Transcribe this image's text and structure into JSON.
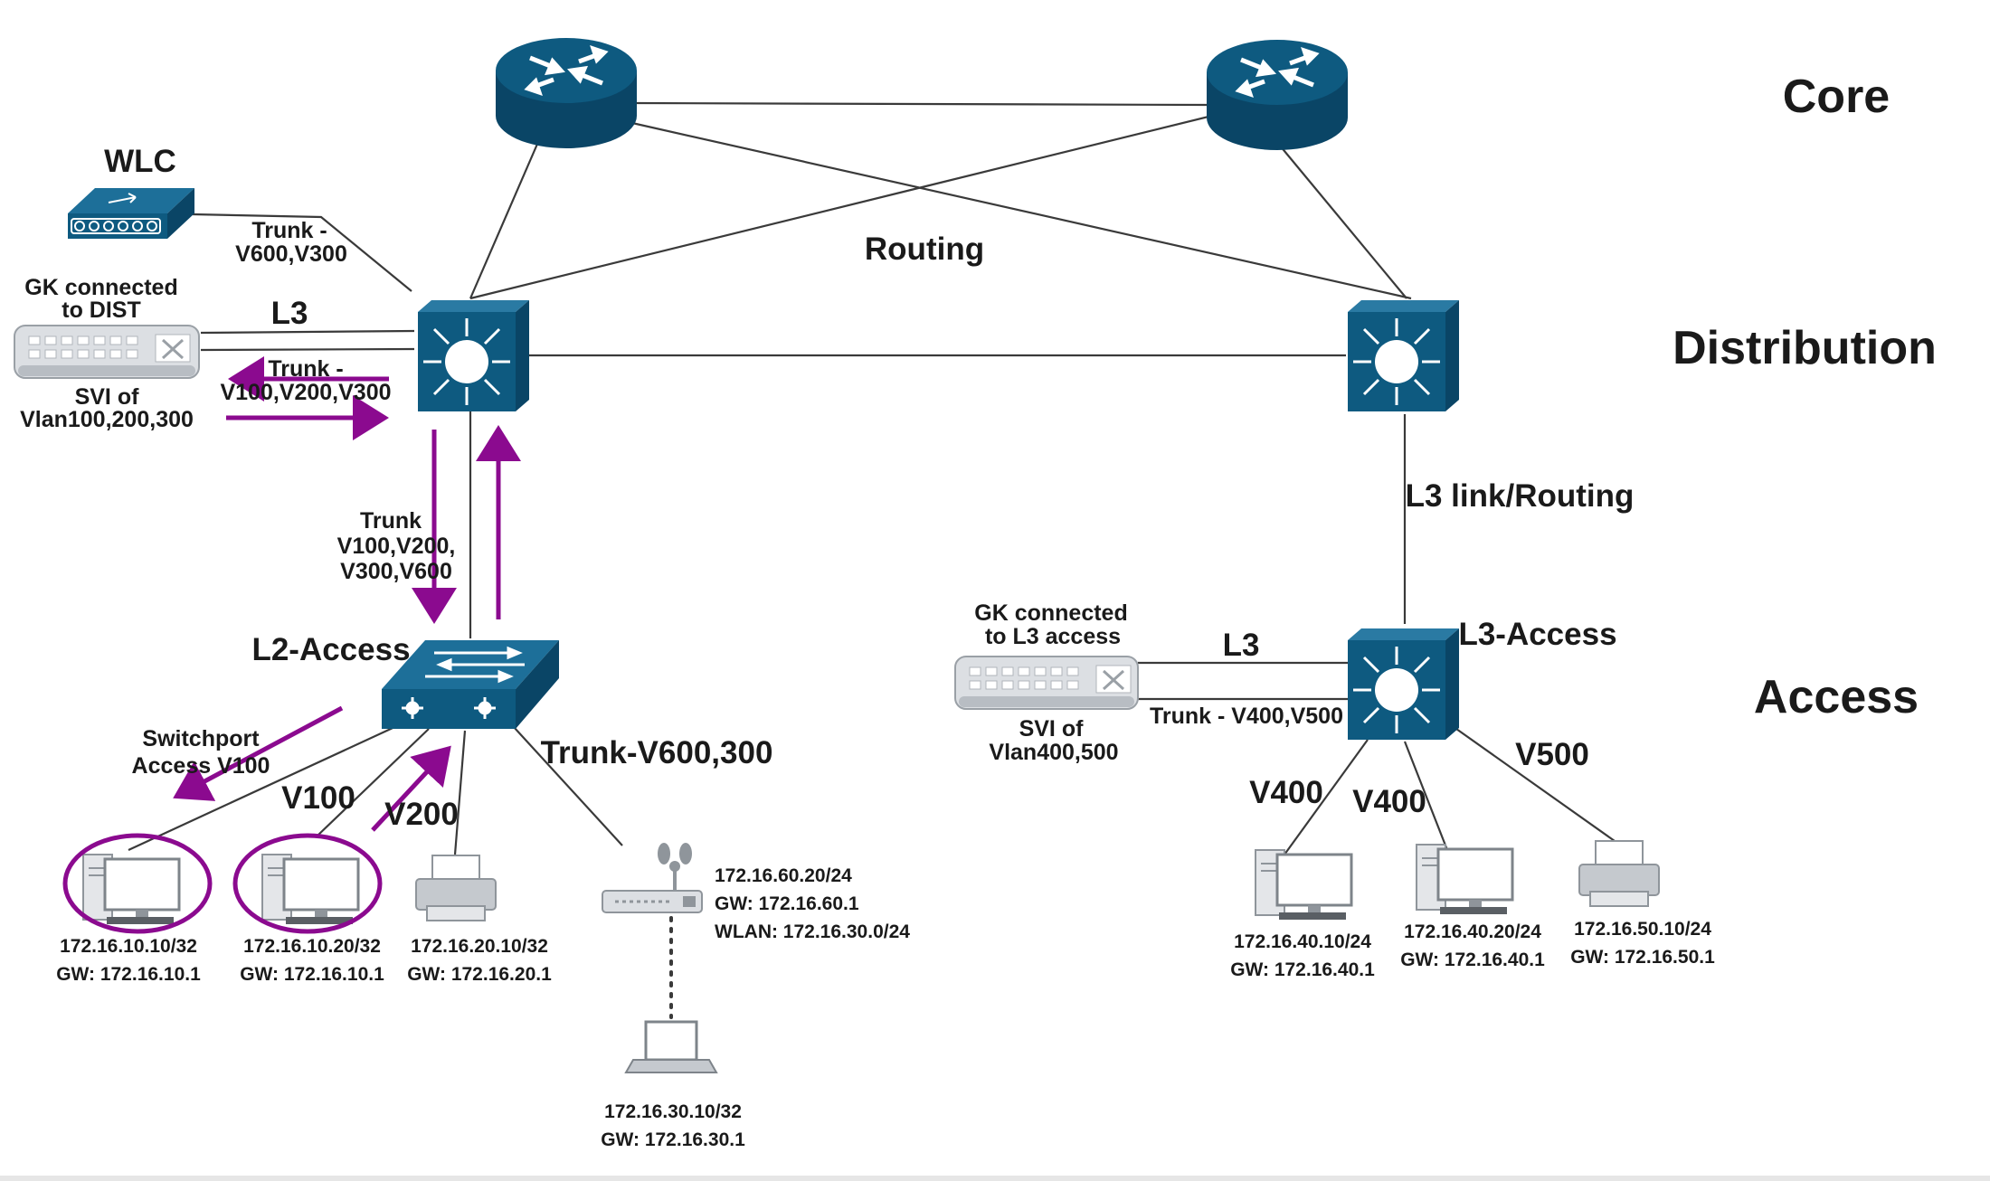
{
  "tiers": {
    "core": "Core",
    "distribution": "Distribution",
    "access": "Access"
  },
  "labels": {
    "wlc": "WLC",
    "routing": "Routing",
    "trunk_wlc_1": "Trunk -",
    "trunk_wlc_2": "V600,V300",
    "gk_dist_1": "GK connected",
    "gk_dist_2": "to DIST",
    "l3_left": "L3",
    "trunk_gk_1": "Trunk -",
    "trunk_gk_2": "V100,V200,V300",
    "svi_left_1": "SVI of",
    "svi_left_2": "Vlan100,200,300",
    "trunk_uplink_1": "Trunk",
    "trunk_uplink_2": "V100,V200,",
    "trunk_uplink_3": "V300,V600",
    "l2_access": "L2-Access",
    "switchport_1": "Switchport",
    "switchport_2": "Access V100",
    "v100": "V100",
    "v200": "V200",
    "trunk_ap": "Trunk-V600,300",
    "l3_link": "L3 link/Routing",
    "gk_l3_1": "GK connected",
    "gk_l3_2": "to L3 access",
    "l3_right": "L3",
    "l3_access": "L3-Access",
    "trunk_right": "Trunk - V400,V500",
    "svi_right_1": "SVI of",
    "svi_right_2": "Vlan400,500",
    "v400_a": "V400",
    "v400_b": "V400",
    "v500": "V500"
  },
  "hosts": {
    "pc1": {
      "ip": "172.16.10.10/32",
      "gw": "GW: 172.16.10.1"
    },
    "pc2": {
      "ip": "172.16.10.20/32",
      "gw": "GW: 172.16.10.1"
    },
    "printer1": {
      "ip": "172.16.20.10/32",
      "gw": "GW: 172.16.20.1"
    },
    "ap": {
      "ip": "172.16.60.20/24",
      "gw": "GW: 172.16.60.1",
      "wlan": "WLAN: 172.16.30.0/24"
    },
    "laptop": {
      "ip": "172.16.30.10/32",
      "gw": "GW: 172.16.30.1"
    },
    "pc3": {
      "ip": "172.16.40.10/24",
      "gw": "GW: 172.16.40.1"
    },
    "pc4": {
      "ip": "172.16.40.20/24",
      "gw": "GW: 172.16.40.1"
    },
    "printer2": {
      "ip": "172.16.50.10/24",
      "gw": "GW: 172.16.50.1"
    }
  },
  "colors": {
    "device": "#0e5a80",
    "device_dark": "#0a4566",
    "arrow": "#8b0a8f",
    "link": "#3a3a3a"
  }
}
